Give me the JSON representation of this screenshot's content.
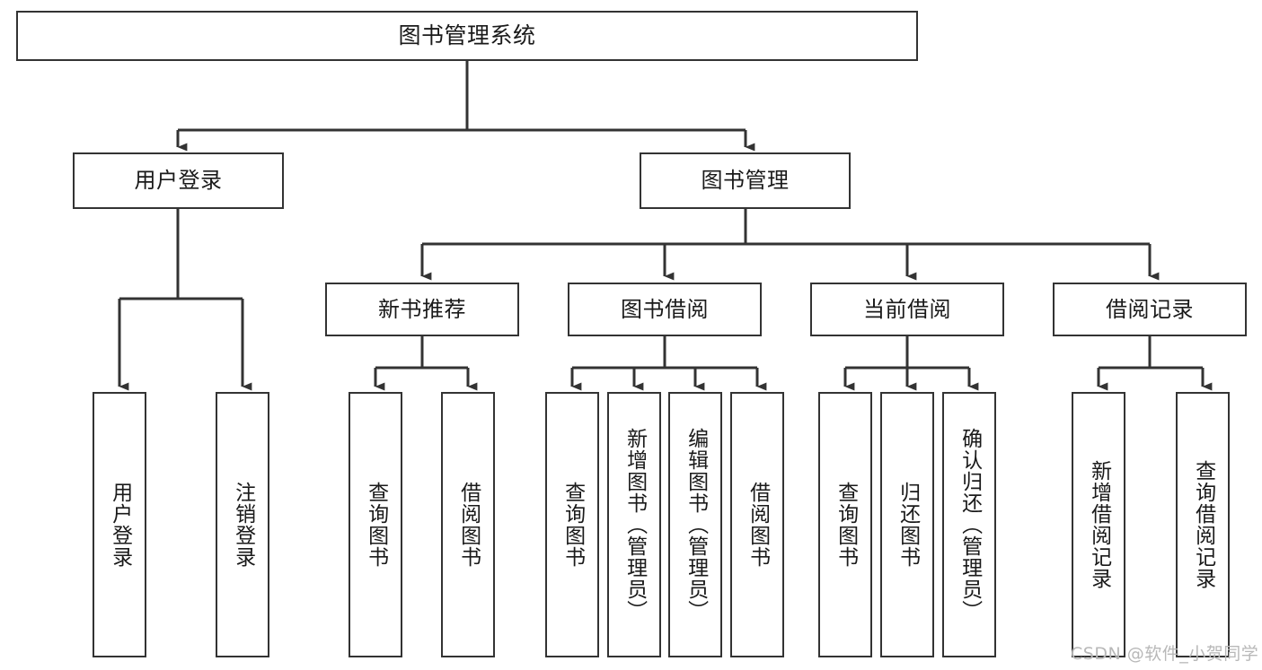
{
  "diagram": {
    "type": "hierarchy-tree",
    "title": "图书管理系统",
    "watermark": "CSDN @软件_小贺同学",
    "nodes": {
      "root": {
        "label": "图书管理系统"
      },
      "level2": [
        {
          "label": "用户登录"
        },
        {
          "label": "图书管理"
        }
      ],
      "level3": [
        {
          "label": "新书推荐"
        },
        {
          "label": "图书借阅"
        },
        {
          "label": "当前借阅"
        },
        {
          "label": "借阅记录"
        }
      ],
      "leaves": {
        "user_login": [
          {
            "label": "用户登录"
          },
          {
            "label": "注销登录"
          }
        ],
        "new_book": [
          {
            "label": "查询图书"
          },
          {
            "label": "借阅图书"
          }
        ],
        "book_borrow": [
          {
            "label": "查询图书"
          },
          {
            "label": "新增图书（管理员）"
          },
          {
            "label": "编辑图书（管理员）"
          },
          {
            "label": "借阅图书"
          }
        ],
        "current_borrow": [
          {
            "label": "查询图书"
          },
          {
            "label": "归还图书"
          },
          {
            "label": "确认归还（管理员）"
          }
        ],
        "borrow_record": [
          {
            "label": "新增借阅记录"
          },
          {
            "label": "查询借阅记录"
          }
        ]
      }
    },
    "colors": {
      "stroke": "#333333",
      "fill": "#ffffff",
      "text": "#1a1a1a",
      "watermark": "#b8b8b8"
    }
  }
}
